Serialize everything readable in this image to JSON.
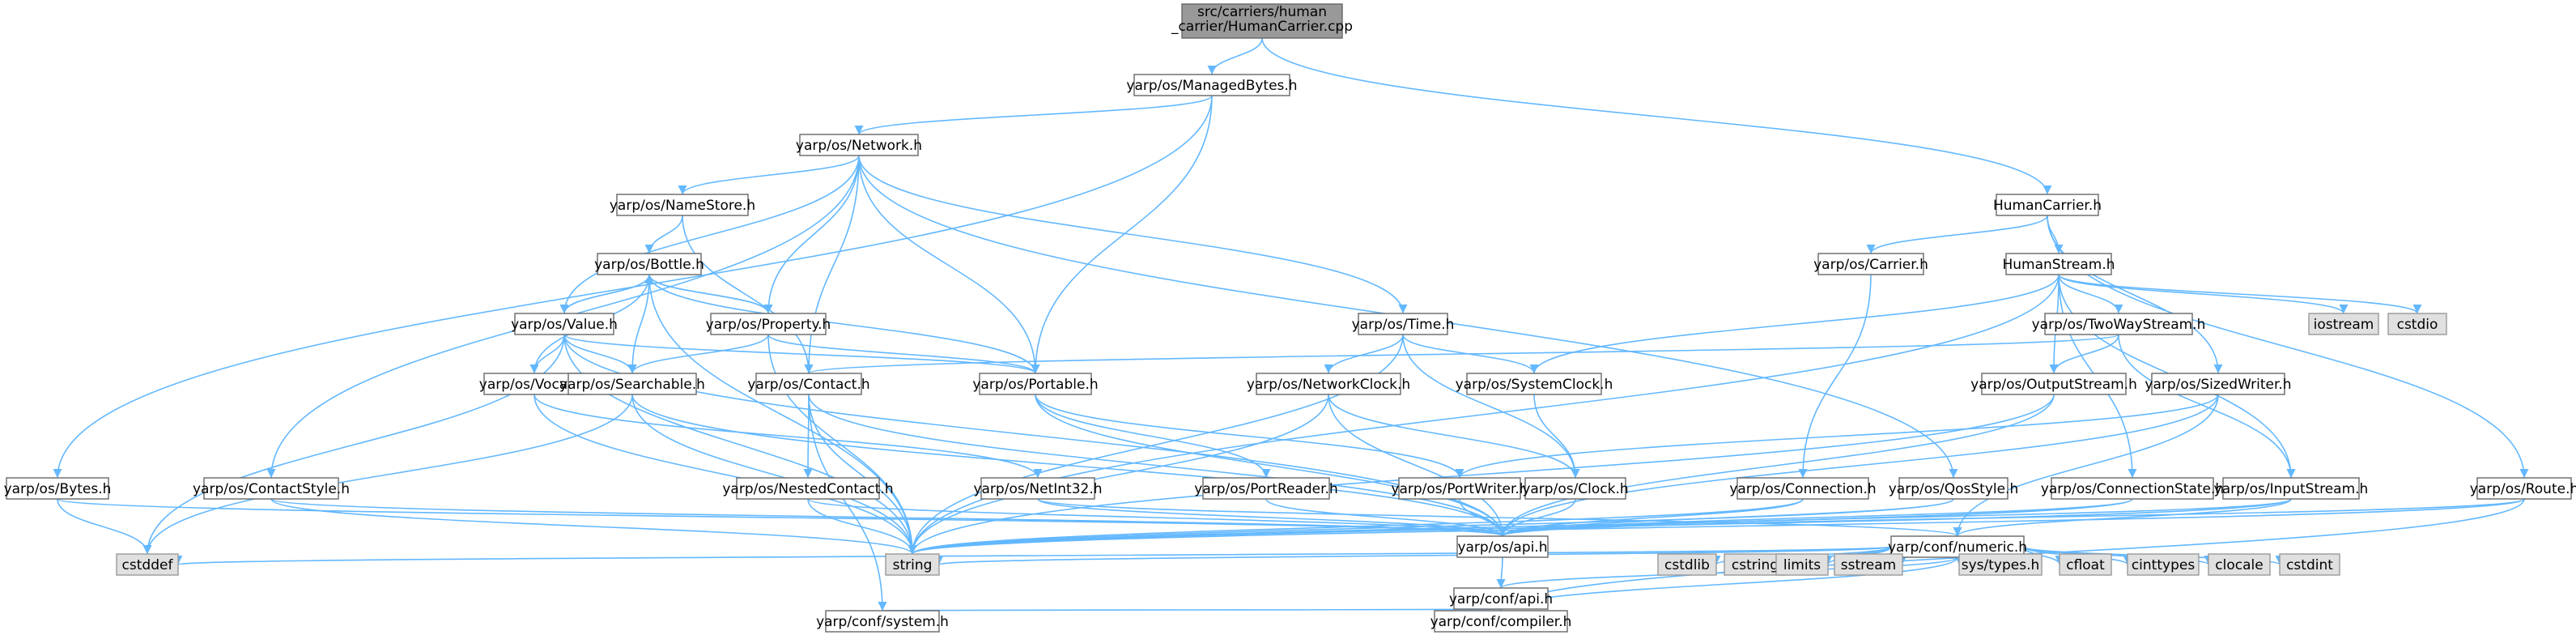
{
  "colors": {
    "edge": "#63b8ff",
    "root_fill": "#999999",
    "normal_fill": "#ffffff",
    "system_fill": "#e0e0e0",
    "border": "#666666"
  },
  "nodes": {
    "root": {
      "line1": "src/carriers/human",
      "line2": "_carrier/HumanCarrier.cpp"
    },
    "managedbytes": {
      "label": "yarp/os/ManagedBytes.h"
    },
    "bytes": {
      "label": "yarp/os/Bytes.h"
    },
    "network": {
      "label": "yarp/os/Network.h"
    },
    "humancarrier_h": {
      "label": "HumanCarrier.h"
    },
    "namestore": {
      "label": "yarp/os/NameStore.h"
    },
    "bottle": {
      "label": "yarp/os/Bottle.h"
    },
    "value": {
      "label": "yarp/os/Value.h"
    },
    "property": {
      "label": "yarp/os/Property.h"
    },
    "vocab": {
      "label": "yarp/os/Vocab.h"
    },
    "searchable": {
      "label": "yarp/os/Searchable.h"
    },
    "portable": {
      "label": "yarp/os/Portable.h"
    },
    "contact": {
      "label": "yarp/os/Contact.h"
    },
    "time": {
      "label": "yarp/os/Time.h"
    },
    "networkclock": {
      "label": "yarp/os/NetworkClock.h"
    },
    "systemclock": {
      "label": "yarp/os/SystemClock.h"
    },
    "contactstyle": {
      "label": "yarp/os/ContactStyle.h"
    },
    "nestedcontact": {
      "label": "yarp/os/NestedContact.h"
    },
    "netint32": {
      "label": "yarp/os/NetInt32.h"
    },
    "portreader": {
      "label": "yarp/os/PortReader.h"
    },
    "portwriter": {
      "label": "yarp/os/PortWriter.h"
    },
    "clock": {
      "label": "yarp/os/Clock.h"
    },
    "carrier": {
      "label": "yarp/os/Carrier.h"
    },
    "connection": {
      "label": "yarp/os/Connection.h"
    },
    "humanstream": {
      "label": "HumanStream.h"
    },
    "twowaystream": {
      "label": "yarp/os/TwoWayStream.h"
    },
    "outputstream": {
      "label": "yarp/os/OutputStream.h"
    },
    "sizedwriter": {
      "label": "yarp/os/SizedWriter.h"
    },
    "qosstyle": {
      "label": "yarp/os/QosStyle.h"
    },
    "connectionstate": {
      "label": "yarp/os/ConnectionState.h"
    },
    "inputstream": {
      "label": "yarp/os/InputStream.h"
    },
    "route": {
      "label": "yarp/os/Route.h"
    },
    "osapi": {
      "label": "yarp/os/api.h"
    },
    "numeric": {
      "label": "yarp/conf/numeric.h"
    },
    "confapi": {
      "label": "yarp/conf/api.h"
    },
    "confsystem": {
      "label": "yarp/conf/system.h"
    },
    "confcompiler": {
      "label": "yarp/conf/compiler.h"
    },
    "iostream": {
      "label": "iostream"
    },
    "cstdio": {
      "label": "cstdio"
    },
    "cstddef": {
      "label": "cstddef"
    },
    "string": {
      "label": "string"
    },
    "cstdlib": {
      "label": "cstdlib"
    },
    "cstring": {
      "label": "cstring"
    },
    "limits": {
      "label": "limits"
    },
    "sstream": {
      "label": "sstream"
    },
    "systypes": {
      "label": "sys/types.h"
    },
    "cfloat": {
      "label": "cfloat"
    },
    "cinttypes": {
      "label": "cinttypes"
    },
    "clocale": {
      "label": "clocale"
    },
    "cstdint": {
      "label": "cstdint"
    }
  }
}
